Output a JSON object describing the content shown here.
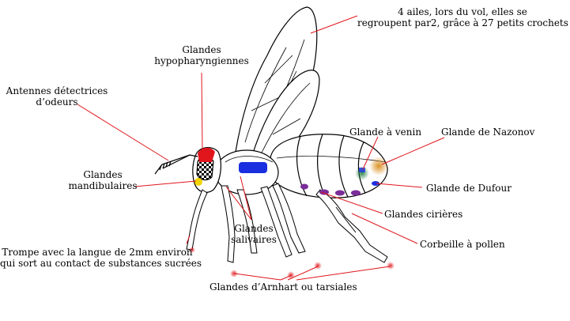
{
  "labels": {
    "wings": [
      "4 ailes, lors du vol, elles se",
      "regroupent par2, grâce à 27 petits crochets"
    ],
    "hypopharyngeal": [
      "Glandes",
      "hypopharyngiennes"
    ],
    "antennae": [
      "Antennes détectrices",
      "d’odeurs"
    ],
    "mandibular": [
      "Glandes",
      "mandibulaires"
    ],
    "proboscis": [
      "Trompe avec la langue de 2mm environ",
      "qui sort au contact de substances sucrées"
    ],
    "salivary": [
      "Glandes",
      "salivaires"
    ],
    "venom": [
      "Glande à venin"
    ],
    "nasonov": [
      "Glande de Nazonov"
    ],
    "dufour": [
      "Glande de Dufour"
    ],
    "wax": [
      "Glandes cirières"
    ],
    "pollen": [
      "Corbeille à pollen"
    ],
    "arnhart": [
      "Glandes d’Arnhart ou tarsiales"
    ]
  },
  "colors": {
    "leader_line": "#e0161c",
    "outline": "#000000",
    "head_gland": "#e0161c",
    "salivary_gland": "#1a2fe0",
    "mandibular_gland": "#f2d400",
    "venom_gland": "#1a7a3a",
    "nasonov_gland": "#d98c1a",
    "wax_gland": "#7a2d99",
    "tarsal_gland": "#e0161c"
  }
}
